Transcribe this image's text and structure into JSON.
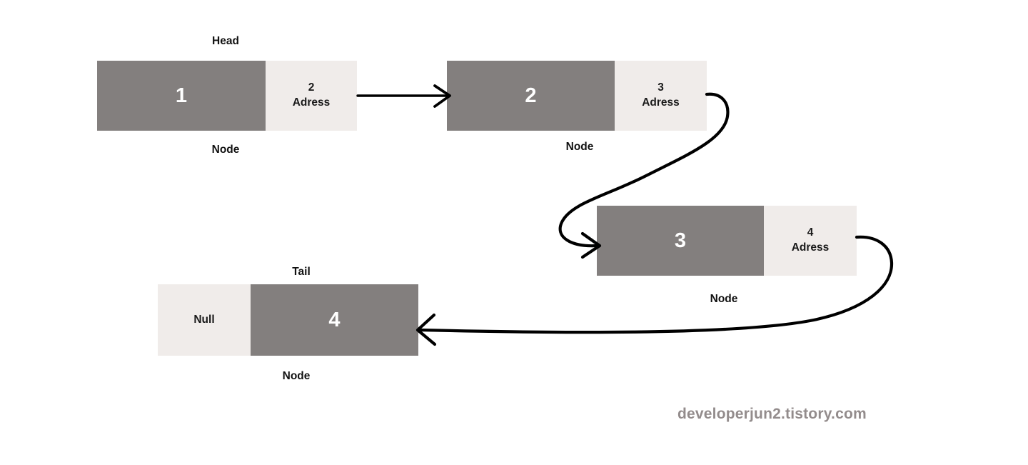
{
  "diagram": {
    "title_watermark": "developerjun2.tistory.com",
    "colors": {
      "data_cell": "#837f7e",
      "address_cell": "#f0ecea",
      "data_text": "#ffffff",
      "label_text": "#111111",
      "arrow": "#000000",
      "watermark": "#938c8c"
    },
    "nodes": [
      {
        "id": "node-1",
        "top_label": "Head",
        "bottom_label": "Node",
        "data_value": "1",
        "address_pointer": "2",
        "address_label": "Adress",
        "address_side": "right"
      },
      {
        "id": "node-2",
        "top_label": "",
        "bottom_label": "Node",
        "data_value": "2",
        "address_pointer": "3",
        "address_label": "Adress",
        "address_side": "right"
      },
      {
        "id": "node-3",
        "top_label": "",
        "bottom_label": "Node",
        "data_value": "3",
        "address_pointer": "4",
        "address_label": "Adress",
        "address_side": "right"
      },
      {
        "id": "node-4",
        "top_label": "Tail",
        "bottom_label": "Node",
        "data_value": "4",
        "address_pointer": "Null",
        "address_label": "",
        "address_side": "left"
      }
    ],
    "connections": [
      {
        "id": "arrow-1-to-2",
        "from": "node-1",
        "to": "node-2",
        "style": "straight"
      },
      {
        "id": "arrow-2-to-3",
        "from": "node-2",
        "to": "node-3",
        "style": "s-curve"
      },
      {
        "id": "arrow-3-to-4",
        "from": "node-3",
        "to": "node-4",
        "style": "loop-back"
      }
    ]
  }
}
